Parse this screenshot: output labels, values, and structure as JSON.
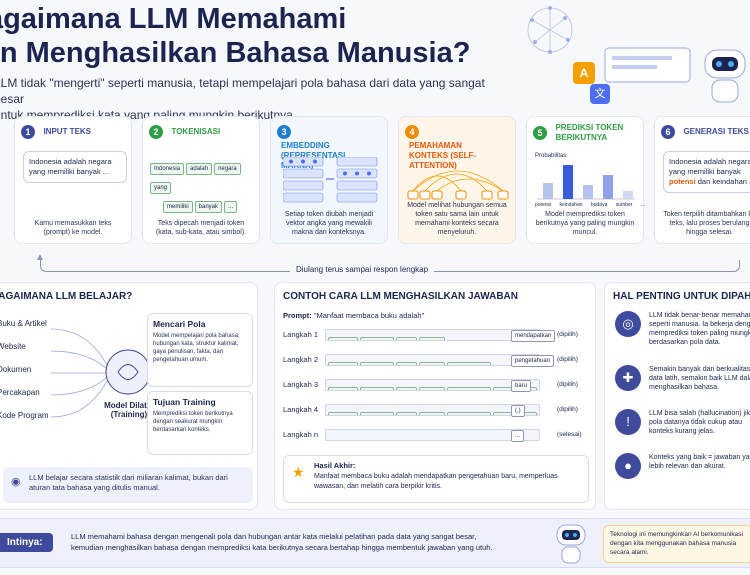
{
  "header": {
    "title_line1": "Bagaimana LLM Memahami",
    "title_line2": "dan Menghasilkan Bahasa Manusia?",
    "subtitle_line1": "LLM tidak \"mengerti\" seperti manusia, tetapi mempelajari pola bahasa dari data yang sangat besar",
    "subtitle_line2": "untuk memprediksi kata yang paling mungkin berikutnya.",
    "hero_icon_a": "A",
    "hero_icon_b": "文"
  },
  "colors": {
    "blue": "#3b5bdb",
    "green": "#2f9e44",
    "orange": "#f08c00",
    "teal": "#1c7ed6",
    "navy": "#1b2550"
  },
  "steps": [
    {
      "num": "1",
      "title": "INPUT TEKS",
      "color": "#3e4a9c",
      "bubble": "Indonesia adalah negara yang memiliki banyak ...",
      "desc": "Kamu memasukkan teks (prompt) ke model."
    },
    {
      "num": "2",
      "title": "TOKENISASI",
      "color": "#2f9e44",
      "tokens": [
        "Indonesia",
        "adalah",
        "negara",
        "yang",
        "memiliki",
        "banyak",
        "..."
      ],
      "desc": "Teks dipecah menjadi token (kata, sub-kata, atau simbol)."
    },
    {
      "num": "3",
      "title": "EMBEDDING (REPRESENTASI MAKNA)",
      "color": "#1c7ed6",
      "desc": "Setiap token diubah menjadi vektor angka yang mewakili makna dan konteksnya."
    },
    {
      "num": "4",
      "title": "PEMAHAMAN KONTEKS (SELF-ATTENTION)",
      "color": "#f08c00",
      "desc": "Model melihat hubungan semua token satu sama lain untuk memahami konteks secara menyeluruh."
    },
    {
      "num": "5",
      "title": "PREDIKSI TOKEN BERIKUTNYA",
      "color": "#2f9e44",
      "chart_label": "Probabilitas",
      "bars": [
        "potensi",
        "keindahan",
        "budaya",
        "sumber",
        "..."
      ],
      "desc": "Model memprediksi token berikutnya yang paling mungkin muncul."
    },
    {
      "num": "6",
      "title": "GENERASI TEKS",
      "color": "#3e4a9c",
      "bubble_pre": "Indonesia adalah negara yang memiliki banyak",
      "bubble_hl": "potensi",
      "bubble_post": "dan keindahan ...",
      "desc": "Token terpilih ditambahkan ke teks, lalu proses berulang hingga selesai."
    }
  ],
  "loop_caption": "Diulang terus sampai respon lengkap",
  "learn": {
    "title": "BAGAIMANA LLM BELAJAR?",
    "sources": [
      "Buku & Artikel",
      "Website",
      "Dokumen",
      "Percakapan",
      "Kode Program"
    ],
    "model_label": "Model Dilatih (Training)",
    "card1_title": "Mencari Pola",
    "card1_text": "Model mempelajari pola bahasa, hubungan kata, struktur kalimat, gaya penulisan, fakta, dan pengetahuan umum.",
    "card2_title": "Tujuan Training",
    "card2_text": "Memprediksi token berikutnya dengan seakurat mungkin berdasarkan konteks.",
    "note": "LLM belajar secara statistik dari miliaran kalimat, bukan dari aturan tata bahasa yang ditulis manual."
  },
  "example": {
    "title": "CONTOH CARA LLM MENGHASILKAN JAWABAN",
    "prompt_label": "Prompt:",
    "prompt_text": "\"Manfaat membaca buku adalah\"",
    "rows": [
      {
        "label": "Langkah 1",
        "tokens": [
          "Manfaat",
          "membaca",
          "buku",
          "adalah"
        ],
        "pick": "mendapatkan",
        "note": "(dipilih)"
      },
      {
        "label": "Langkah 2",
        "tokens": [
          "Manfaat",
          "membaca",
          "buku",
          "adalah",
          "mendapatkan"
        ],
        "pick": "pengetahuan",
        "note": "(dipilih)"
      },
      {
        "label": "Langkah 3",
        "tokens": [
          "Manfaat",
          "membaca",
          "buku",
          "adalah",
          "mendapatkan",
          "pengetahuan"
        ],
        "pick": "baru",
        "note": "(dipilih)"
      },
      {
        "label": "Langkah 4",
        "tokens": [
          "Manfaat",
          "membaca",
          "buku",
          "adalah",
          "mendapatkan",
          "pengetahuan",
          "baru"
        ],
        "pick": "(,)",
        "note": "(dipilih)"
      },
      {
        "label": "Langkah n",
        "tokens": [
          "..."
        ],
        "pick": "...",
        "note": "(selesai)"
      }
    ],
    "result_title": "Hasil Akhir:",
    "result_text": "Manfaat membaca buku adalah mendapatkan pengetahuan baru, memperluas wawasan, dan melatih cara berpikir kritis."
  },
  "important": {
    "title": "HAL PENTING UNTUK DIPAHAMI",
    "items": [
      {
        "icon": "brain-icon",
        "text": "LLM tidak benar-benar memahami seperti manusia. Ia bekerja dengan memprediksi token paling mungkin berdasarkan pola data."
      },
      {
        "icon": "puzzle-icon",
        "text": "Semakin banyak dan berkualitas data latih, semakin baik LLM dalam menghasilkan bahasa."
      },
      {
        "icon": "shield-icon",
        "text": "LLM bisa salah (hallucination) jika pola datanya tidak cukup atau konteks kurang jelas."
      },
      {
        "icon": "people-icon",
        "text": "Konteks yang baik = jawaban yang lebih relevan dan akurat."
      }
    ]
  },
  "bottom": {
    "label": "Intinya:",
    "text_line1": "LLM memahami bahasa dengan mengenali pola dan hubungan antar kata melalui pelatihan pada data yang sangat besar,",
    "text_line2": "kemudian menghasilkan bahasa dengan memprediksi kata berikutnya secara bertahap hingga membentuk jawaban yang utuh.",
    "side_note": "Teknologi ini memungkinkan AI berkomunikasi dengan kita menggunakan bahasa manusia secara alami."
  }
}
